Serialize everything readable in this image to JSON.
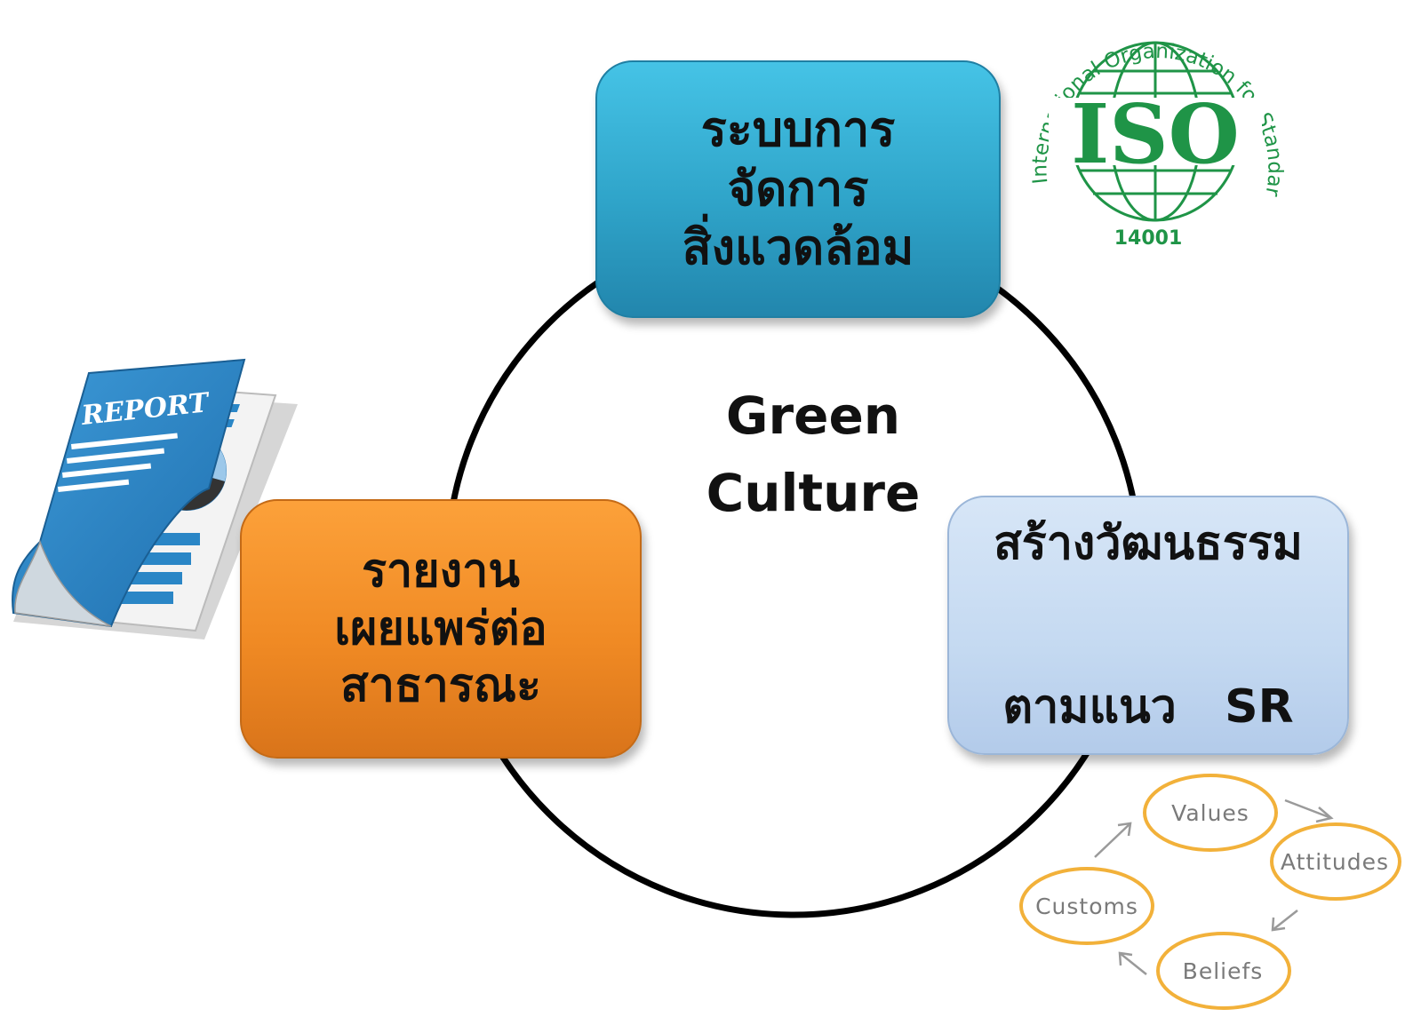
{
  "center": {
    "line1": "Green",
    "line2": "Culture"
  },
  "boxes": {
    "top": {
      "lines": [
        "ระบบการ",
        "จัดการ",
        "สิ่งแวดล้อม"
      ],
      "color": "#31aad0"
    },
    "left": {
      "lines": [
        "รายงาน",
        "เผยแพร่ต่อ",
        "สาธารณะ"
      ],
      "color": "#f28c26"
    },
    "right": {
      "lines": [
        "สร้างวัฒนธรรม",
        "ตามแนว   SR"
      ],
      "color": "#c4d9f1"
    }
  },
  "iso_logo": {
    "arc_text": "International Organization for Standardization",
    "acronym": "ISO",
    "number": "14001",
    "color": "#1f9447"
  },
  "report_icon": {
    "label": "REPORT",
    "color": "#2a86c6"
  },
  "culture_cycle": {
    "items": [
      "Values",
      "Attitudes",
      "Beliefs",
      "Customs"
    ],
    "ring_color": "#f2b13a"
  }
}
